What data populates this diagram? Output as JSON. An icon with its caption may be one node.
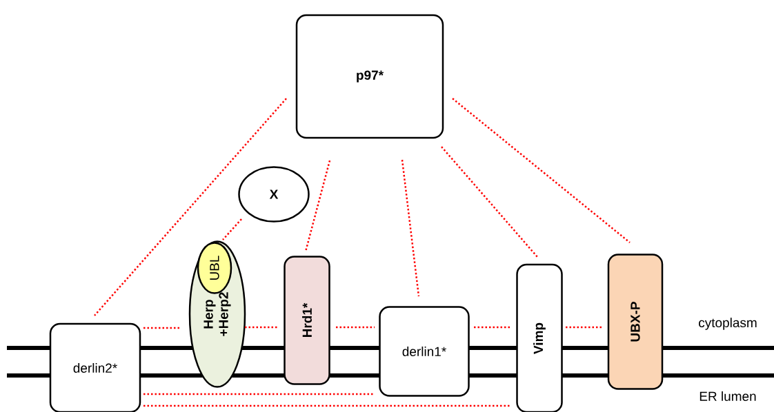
{
  "diagram": {
    "nodes": [
      {
        "text": [
          "p97*"
        ]
      },
      {
        "text": [
          "X"
        ]
      },
      {
        "text": [
          "Herp +Herp2"
        ]
      },
      {
        "text": [
          "UBL"
        ],
        "in": 2
      },
      {
        "text": [
          "Hrd1*"
        ]
      },
      {
        "text": [
          "derlin2*"
        ]
      },
      {
        "text": [
          "derlin1*"
        ]
      },
      {
        "text": [
          "Vimp"
        ]
      },
      {
        "text": [
          "UBX-P"
        ]
      }
    ],
    "edges": [
      {
        "from": 0,
        "to": 5,
        "arrow": "none"
      },
      {
        "from": 0,
        "to": 4,
        "arrow": "none"
      },
      {
        "from": 0,
        "to": 6,
        "arrow": "none"
      },
      {
        "from": 0,
        "to": 7,
        "arrow": "none"
      },
      {
        "from": 0,
        "to": 8,
        "arrow": "none"
      },
      {
        "from": 1,
        "to": 2,
        "arrow": "none"
      },
      {
        "from": 5,
        "to": 2,
        "arrow": "none"
      },
      {
        "from": 2,
        "to": 4,
        "arrow": "none"
      },
      {
        "from": 4,
        "to": 6,
        "arrow": "none"
      },
      {
        "from": 6,
        "to": 7,
        "arrow": "none"
      },
      {
        "from": 7,
        "to": 8,
        "arrow": "none"
      },
      {
        "from": 5,
        "to": 6,
        "arrow": "none"
      },
      {
        "from": 5,
        "to": 7,
        "arrow": "none"
      }
    ],
    "labels": [
      "cytoplasm",
      "ER lumen"
    ]
  }
}
